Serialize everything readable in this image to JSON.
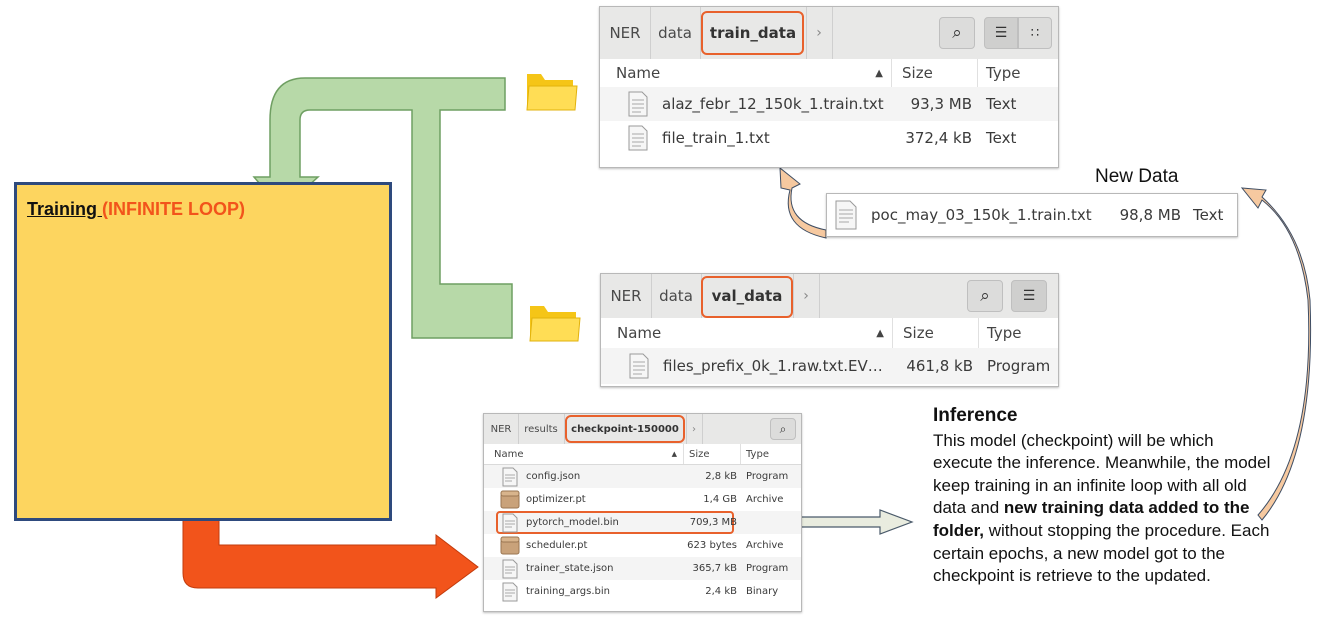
{
  "training": {
    "title_main": "Training ",
    "title_suffix": "(INFINITE LOOP)"
  },
  "train_window": {
    "breadcrumbs": [
      "NER",
      "data",
      "train_data"
    ],
    "columns": {
      "name": "Name",
      "size": "Size",
      "type": "Type"
    },
    "rows": [
      {
        "name": "alaz_febr_12_150k_1.train.txt",
        "size": "93,3 MB",
        "type": "Text"
      },
      {
        "name": "file_train_1.txt",
        "size": "372,4 kB",
        "type": "Text"
      }
    ]
  },
  "new_data": {
    "label": "New Data",
    "row": {
      "name": "poc_may_03_150k_1.train.txt",
      "size": "98,8 MB",
      "type": "Text"
    }
  },
  "val_window": {
    "breadcrumbs": [
      "NER",
      "data",
      "val_data"
    ],
    "columns": {
      "name": "Name",
      "size": "Size",
      "type": "Type"
    },
    "rows": [
      {
        "name": "files_prefix_0k_1.raw.txt.EV…",
        "size": "461,8 kB",
        "type": "Program"
      }
    ]
  },
  "checkpoint_window": {
    "breadcrumbs": [
      "NER",
      "results",
      "checkpoint-150000"
    ],
    "columns": {
      "name": "Name",
      "size": "Size",
      "type": "Type"
    },
    "rows": [
      {
        "name": "config.json",
        "size": "2,8 kB",
        "type": "Program",
        "icon": "text-file-icon"
      },
      {
        "name": "optimizer.pt",
        "size": "1,4 GB",
        "type": "Archive",
        "icon": "archive-icon"
      },
      {
        "name": "pytorch_model.bin",
        "size": "709,3 MB",
        "type": "",
        "icon": "binary-file-icon"
      },
      {
        "name": "scheduler.pt",
        "size": "623 bytes",
        "type": "Archive",
        "icon": "archive-icon"
      },
      {
        "name": "trainer_state.json",
        "size": "365,7 kB",
        "type": "Program",
        "icon": "text-file-icon"
      },
      {
        "name": "training_args.bin",
        "size": "2,4 kB",
        "type": "Binary",
        "icon": "binary-file-icon"
      }
    ]
  },
  "inference": {
    "title": "Inference",
    "text_1": "This model (checkpoint) will be which execute the inference. Meanwhile, the model keep training in an infinite loop with all old data and ",
    "text_bold": "new training data added to the folder,",
    "text_2": " without stopping the procedure. Each certain epochs, a new model got to the checkpoint is retrieve to the updated."
  },
  "colors": {
    "training_bg": "#fdd55f",
    "training_border": "#2e4a7d",
    "loop_title": "#f2541b",
    "green_arrow": "#b7d9a8",
    "orange_arrow": "#f2541b",
    "peach_arrow": "#f6c9a0",
    "highlight": "#e8612c"
  }
}
